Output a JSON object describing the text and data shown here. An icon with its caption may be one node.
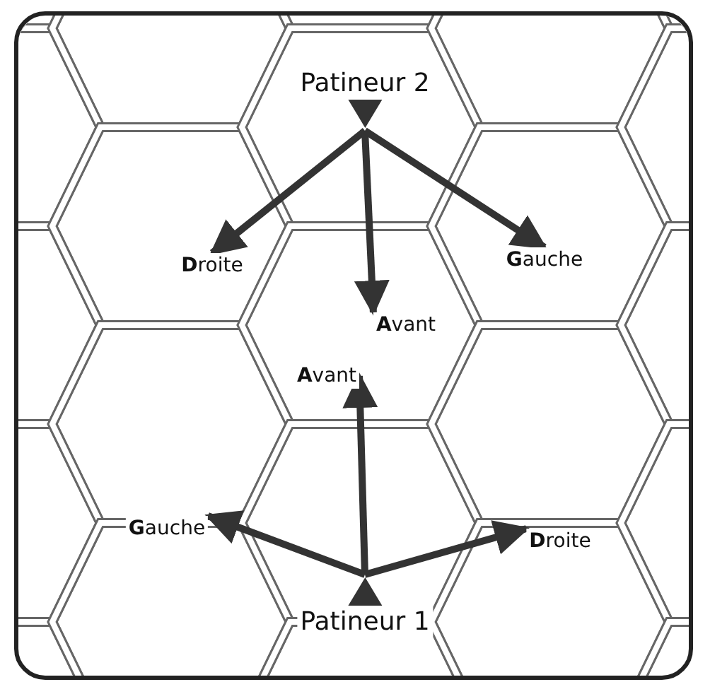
{
  "diagram": {
    "nodes": [
      {
        "text": [
          "Patineur 2"
        ]
      },
      {
        "text": [
          "**D**roite"
        ]
      },
      {
        "text": [
          "**G**auche"
        ]
      },
      {
        "text": [
          "**A**vant"
        ]
      },
      {
        "text": [
          "**A**vant"
        ]
      },
      {
        "text": [
          "**G**auche"
        ]
      },
      {
        "text": [
          "**D**roite"
        ]
      },
      {
        "text": [
          "Patineur 1"
        ]
      }
    ],
    "edges": [
      {
        "from": 0,
        "to": 1,
        "arrow": "to"
      },
      {
        "from": 0,
        "to": 3,
        "arrow": "to"
      },
      {
        "from": 0,
        "to": 2,
        "arrow": "to"
      },
      {
        "from": 7,
        "to": 5,
        "arrow": "to"
      },
      {
        "from": 7,
        "to": 4,
        "arrow": "to"
      },
      {
        "from": 7,
        "to": 6,
        "arrow": "to"
      }
    ]
  }
}
